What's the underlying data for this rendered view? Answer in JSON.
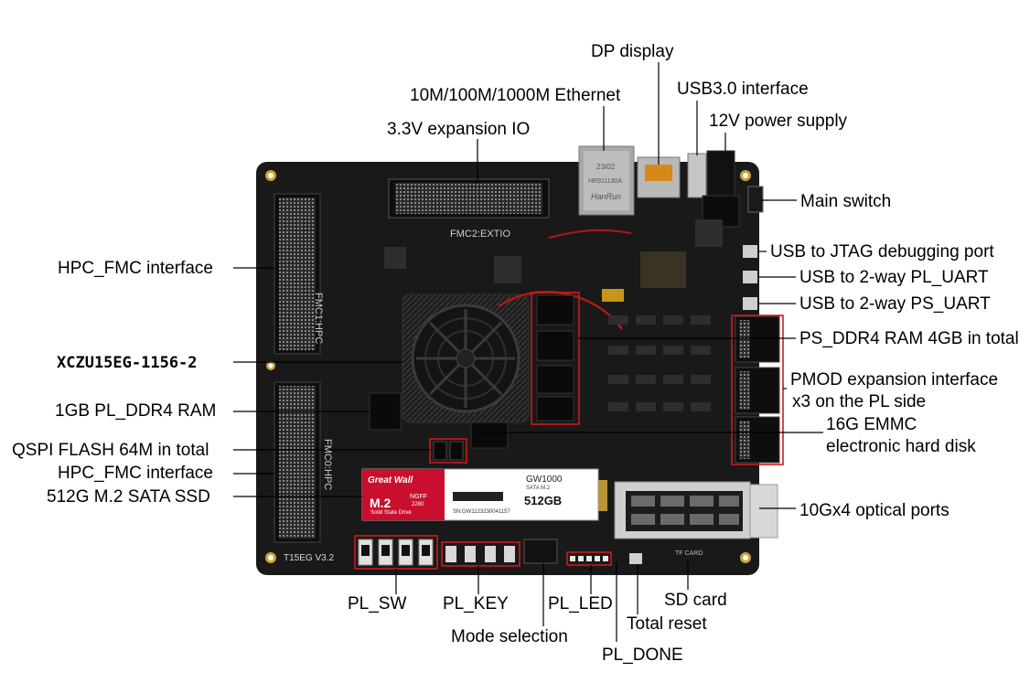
{
  "labels": {
    "dp_display": "DP display",
    "ethernet": "10M/100M/1000M Ethernet",
    "usb3": "USB3.0 interface",
    "power_12v": "12V power supply",
    "expansion_io": "3.3V expansion IO",
    "main_switch": "Main switch",
    "usb_jtag": "USB to JTAG debugging port",
    "usb_pl_uart": "USB to 2-way PL_UART",
    "usb_ps_uart": "USB to 2-way PS_UART",
    "ps_ddr4": "PS_DDR4 RAM 4GB in total",
    "pmod_line1": "PMOD expansion interface",
    "pmod_line2": "x3 on the PL side",
    "emmc_line1": "16G EMMC",
    "emmc_line2": "electronic hard disk",
    "optical": "10Gx4 optical ports",
    "hpc_fmc_top": "HPC_FMC interface",
    "chip": "XCZU15EG-1156-2",
    "pl_ddr4": "1GB PL_DDR4 RAM",
    "qspi": "QSPI FLASH 64M in total",
    "hpc_fmc_bottom": "HPC_FMC interface",
    "ssd": "512G M.2 SATA SSD",
    "pl_sw": "PL_SW",
    "pl_key": "PL_KEY",
    "pl_led": "PL_LED",
    "sd_card": "SD card",
    "mode_selection": "Mode selection",
    "total_reset": "Total reset",
    "pl_done": "PL_DONE"
  },
  "board": {
    "fmc_ext": "FMC2:EXTIO",
    "fmc1": "FMC1:HPC",
    "fmc0": "FMC0:HPC",
    "version": "T15EG V3.2",
    "tf_card": "TF CARD",
    "jack_date": "23/02",
    "jack_model": "HR911130A",
    "jack_brand": "HanRun"
  },
  "ssd": {
    "brand": "Great Wall",
    "form": "M.2",
    "ngff": "NGFF",
    "size_code": "2280",
    "drive_type": "Solid State Drive",
    "model": "GW1000",
    "interface": "SATA M.2",
    "capacity": "512GB",
    "sn": "SN:GW1123230041157"
  },
  "colors": {
    "board": "#191919",
    "annotation_box": "#d01818",
    "ssd_red": "#c8102e"
  }
}
